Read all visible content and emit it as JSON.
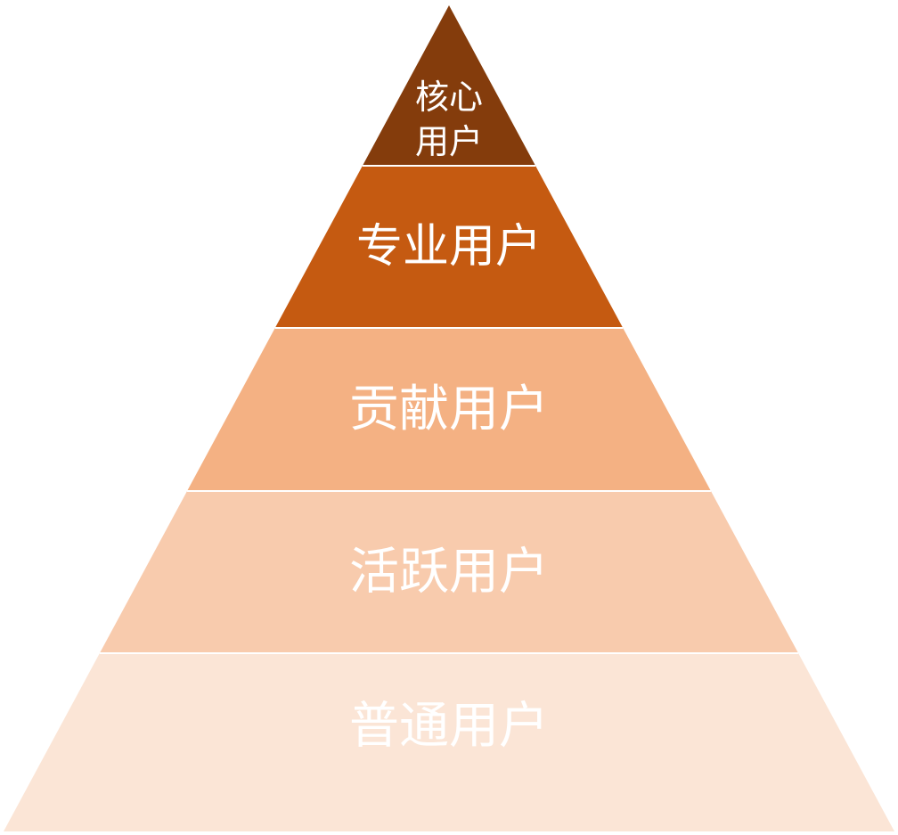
{
  "pyramid": {
    "tiers": [
      {
        "label_lines": [
          "核心",
          "用户"
        ],
        "color": "#843C0C"
      },
      {
        "label_lines": [
          "专业用户"
        ],
        "color": "#C55A11"
      },
      {
        "label_lines": [
          "贡献用户"
        ],
        "color": "#F4B183"
      },
      {
        "label_lines": [
          "活跃用户"
        ],
        "color": "#F8CBAD"
      },
      {
        "label_lines": [
          "普通用户"
        ],
        "color": "#FBE5D6"
      }
    ],
    "divider_color": "#FFFFFF",
    "text_color": "#FFFFFF"
  }
}
